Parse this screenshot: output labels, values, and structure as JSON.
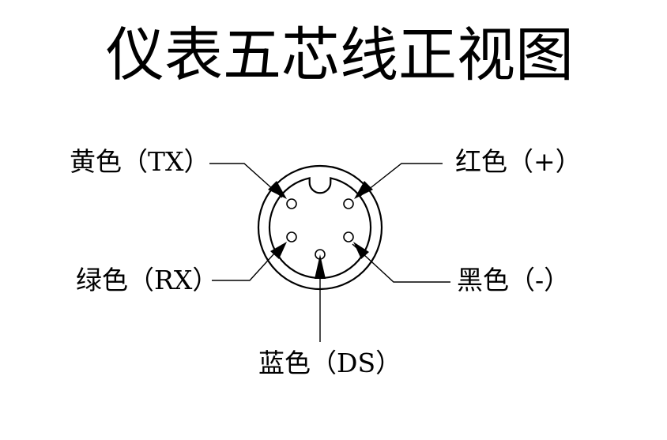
{
  "title": "仪表五芯线正视图",
  "pins": {
    "yellow": "黄色（TX）",
    "red": "红色（+）",
    "green": "绿色（RX）",
    "black": "黑色（-）",
    "blue": "蓝色（DS）"
  }
}
